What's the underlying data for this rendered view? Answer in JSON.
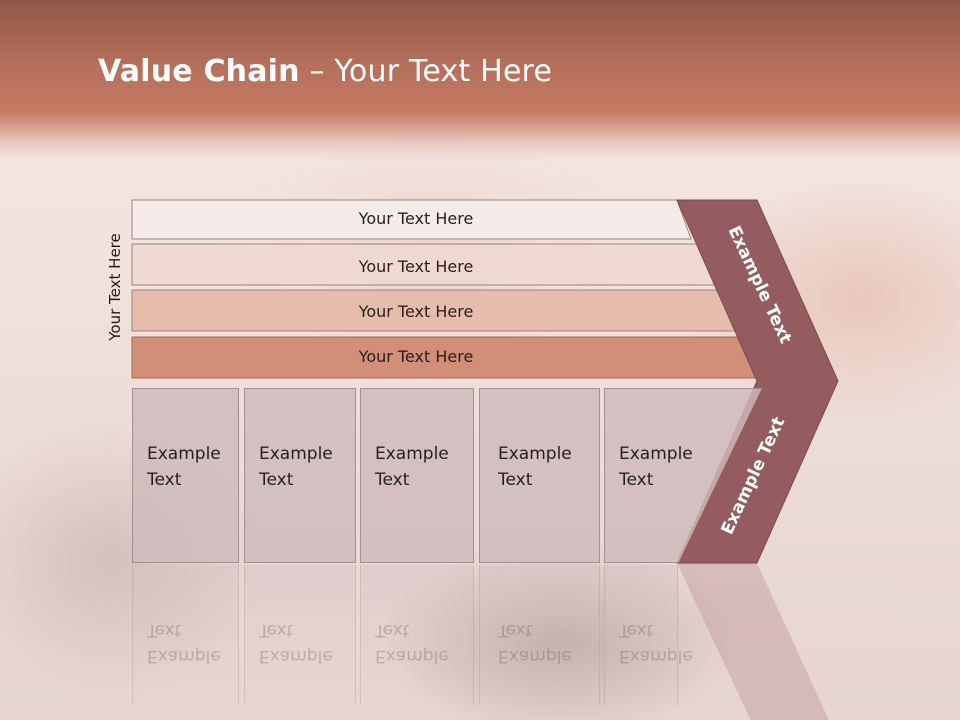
{
  "title": {
    "bold": "Value Chain",
    "rest": " – Your Text Here"
  },
  "side_label": "Your Text Here",
  "bars": [
    {
      "label": "Your Text Here",
      "color": "#f6ebe8"
    },
    {
      "label": "Your Text Here",
      "color": "#efd9d1"
    },
    {
      "label": "Your Text Here",
      "color": "#e6bcad"
    },
    {
      "label": "Your Text Here",
      "color": "#d38e78"
    }
  ],
  "boxes": [
    {
      "line1": "Example",
      "line2": "Text"
    },
    {
      "line1": "Example",
      "line2": "Text"
    },
    {
      "line1": "Example",
      "line2": "Text"
    },
    {
      "line1": "Example",
      "line2": "Text"
    },
    {
      "line1": "Example",
      "line2": "Text"
    }
  ],
  "chevron": {
    "upper_label": "Example Text",
    "lower_label": "Example Text",
    "color": "#945c5e"
  }
}
